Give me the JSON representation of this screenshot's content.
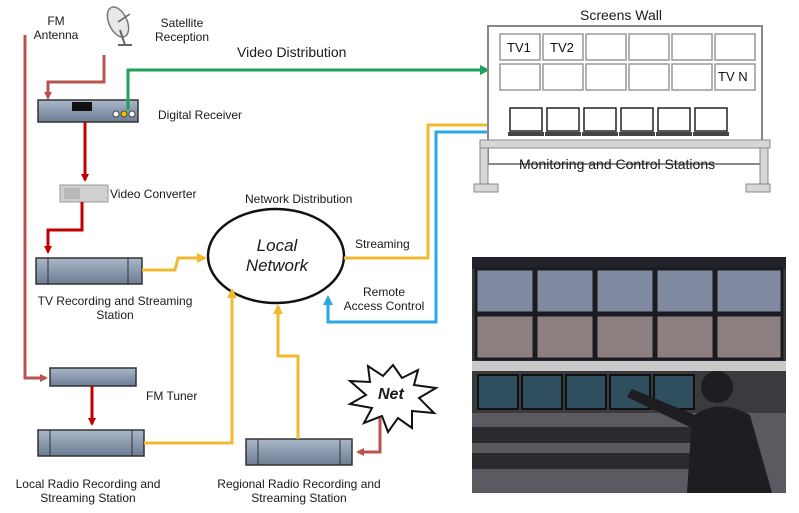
{
  "labels": {
    "fm_antenna": [
      "FM",
      "Antenna"
    ],
    "satellite_reception": [
      "Satellite",
      "Reception"
    ],
    "video_distribution": "Video Distribution",
    "screens_wall": "Screens Wall",
    "digital_receiver": "Digital Receiver",
    "video_converter": "Video Converter",
    "network_distribution": "Network  Distribution",
    "local_network": [
      "Local",
      "Network"
    ],
    "streaming": "Streaming",
    "remote_access": [
      "Remote",
      "Access Control"
    ],
    "monitoring": "Monitoring and Control Stations",
    "tv_station": [
      "TV  Recording and Streaming",
      "Station"
    ],
    "fm_tuner": "FM Tuner",
    "local_radio": [
      "Local Radio Recording and",
      "Streaming Station"
    ],
    "regional_radio": [
      "Regional Radio Recording and",
      "Streaming Station"
    ],
    "net": "Net",
    "tv1": "TV1",
    "tv2": "TV2",
    "tvn": "TV N"
  },
  "colors": {
    "red_line": "#c00000",
    "antenna_line": "#b85450",
    "green_line": "#1fa05a",
    "yellow_line": "#f2b830",
    "blue_line": "#2aa8e0",
    "device_fill": "#7d8fa6"
  }
}
